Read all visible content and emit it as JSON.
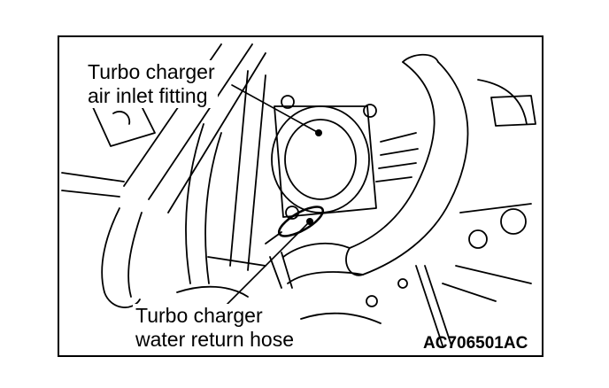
{
  "diagram": {
    "callouts": {
      "inlet_line1": "Turbo charger",
      "inlet_line2": "air inlet fitting",
      "hose_line1": "Turbo charger",
      "hose_line2": "water return hose"
    },
    "figure_code": "AC706501AC"
  }
}
